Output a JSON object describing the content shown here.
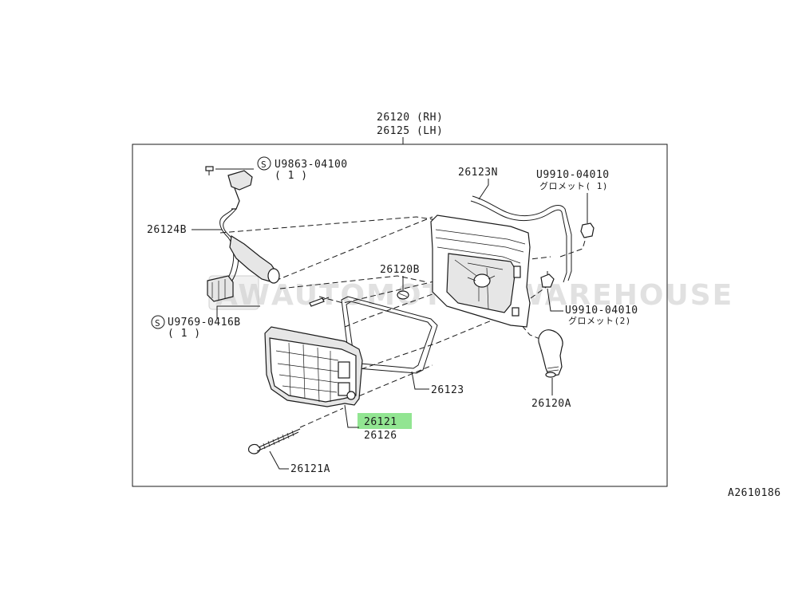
{
  "labels": {
    "assembly_rh": "26120 (RH)",
    "assembly_lh": "26125 (LH)",
    "screw_top_code": "U9863-04100",
    "screw_top_qty": "( 1 )",
    "socket_harness": "26124B",
    "screw_bottom_code": "U9769-0416B",
    "screw_bottom_qty": "( 1 )",
    "seal_n": "26123N",
    "grommet_1_code": "U9910-04010",
    "grommet_1_qty": "グロメット( 1)",
    "small_bulb": "26120B",
    "grommet_2_code": "U9910-04010",
    "grommet_2_qty": "グロメット(2)",
    "gasket": "26123",
    "bulb": "26120A",
    "lens_rh": "26121",
    "lens_lh": "26126",
    "long_screw": "26121A",
    "diagram_id": "A2610186"
  },
  "symbols": {
    "standard_part_mark": "S"
  },
  "highlight_color": "#7fe07f",
  "watermark": {
    "logo": "AW",
    "text": "AUTOMOTIVE WAREHOUSE"
  }
}
